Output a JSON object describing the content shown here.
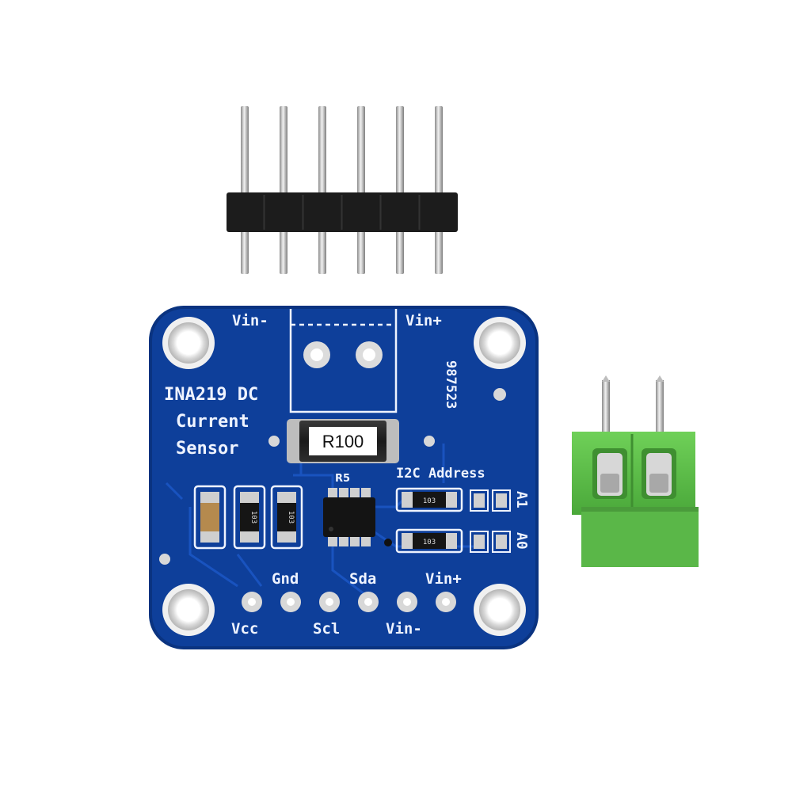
{
  "board": {
    "title_line1": "INA219 DC",
    "title_line2": "Current",
    "title_line3": "Sensor",
    "vin_minus_top": "Vin-",
    "vin_plus_top": "Vin+",
    "serial": "987523",
    "shunt_marking": "R100",
    "shunt_ref": "R5",
    "i2c_label": "I2C Address",
    "jumper_a1": "A1",
    "jumper_a0": "A0",
    "jumper_value": "103",
    "resistor_value": "103",
    "pins_top_row": [
      "Gnd",
      "Sda",
      "Vin+"
    ],
    "pins_bottom_row": [
      "Vcc",
      "Scl",
      "Vin-"
    ]
  },
  "colors": {
    "pcb": "#0e3f9a",
    "pcb_edge": "#0a3380",
    "silkscreen": "#eef3ff",
    "header_plastic": "#1c1c1c",
    "header_pin": "#c9c9c9",
    "terminal_body": "#5fbf4a"
  },
  "header": {
    "pin_count": 6
  },
  "terminal": {
    "positions": 2
  }
}
